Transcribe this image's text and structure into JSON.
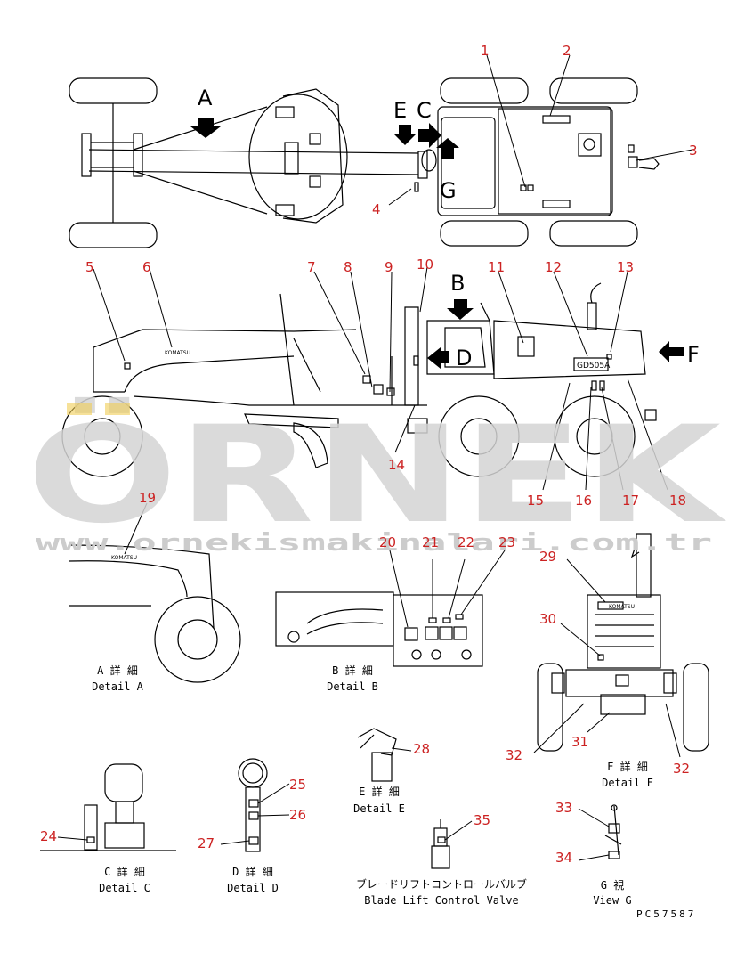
{
  "views": {
    "top_letters": {
      "A": "A",
      "E": "E",
      "C": "C",
      "G": "G"
    },
    "side_letters": {
      "B": "B",
      "D": "D",
      "F": "F"
    },
    "model_plate": "GD505A",
    "brand_mark": "KOMATSU"
  },
  "callouts": [
    "1",
    "2",
    "3",
    "4",
    "5",
    "6",
    "7",
    "8",
    "9",
    "10",
    "11",
    "12",
    "13",
    "14",
    "15",
    "16",
    "17",
    "18",
    "19",
    "20",
    "21",
    "22",
    "23",
    "24",
    "25",
    "26",
    "27",
    "28",
    "29",
    "30",
    "31",
    "32",
    "33",
    "34",
    "35"
  ],
  "details": {
    "A": {
      "jp": "A 詳 細",
      "en": "Detail A"
    },
    "B": {
      "jp": "B 詳 細",
      "en": "Detail B"
    },
    "C": {
      "jp": "C 詳 細",
      "en": "Detail C"
    },
    "D": {
      "jp": "D 詳 細",
      "en": "Detail D"
    },
    "E": {
      "jp": "E 詳 細",
      "en": "Detail E"
    },
    "F": {
      "jp": "F 詳 細",
      "en": "Detail F"
    },
    "G": {
      "jp": "G 視",
      "en": "View G"
    },
    "valve": {
      "jp": "ブレードリフトコントロールバルブ",
      "en": "Blade Lift Control Valve"
    }
  },
  "part_code": "PC57587",
  "watermark": {
    "logo": "ÖRNEK",
    "url": "www.ornekismakinalari.com.tr"
  },
  "colors": {
    "callout": "#cc2222",
    "line": "#000000",
    "watermark": "#d0d0d0",
    "watermark_accent": "#e8b400"
  }
}
